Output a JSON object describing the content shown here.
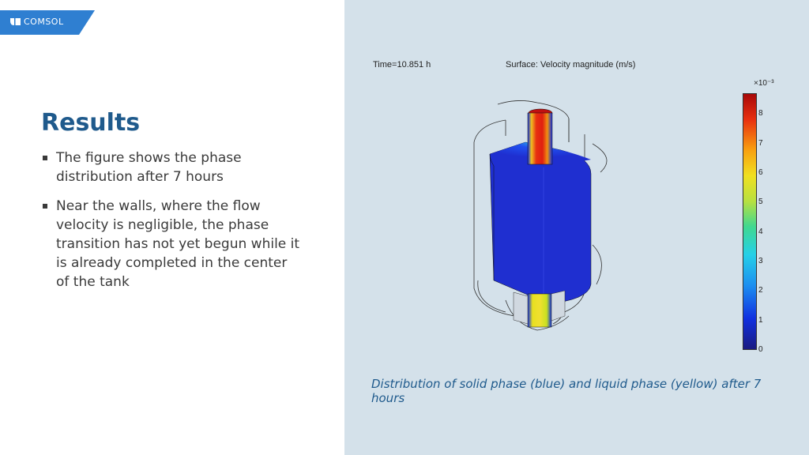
{
  "brand": {
    "name": "COMSOL",
    "color": "#2f7fd1"
  },
  "slide": {
    "title": "Results",
    "bullets": [
      "The figure shows the phase distribution after 7 hours",
      "Near the walls, where the flow velocity is negligible, the phase transition has not yet begun while it is already completed in the center of the tank"
    ]
  },
  "figure": {
    "time_label": "Time=10.851 h",
    "surface_label": "Surface: Velocity magnitude (m/s)",
    "scale_multiplier": "×10⁻³",
    "scale_ticks": [
      "8",
      "7",
      "6",
      "5",
      "4",
      "3",
      "2",
      "1",
      "0"
    ],
    "scale_values": [
      8,
      7,
      6,
      5,
      4,
      3,
      2,
      1,
      0
    ],
    "scale_max": 8.7,
    "caption": "Distribution of solid phase (blue) and liquid phase (yellow) after 7 hours"
  }
}
